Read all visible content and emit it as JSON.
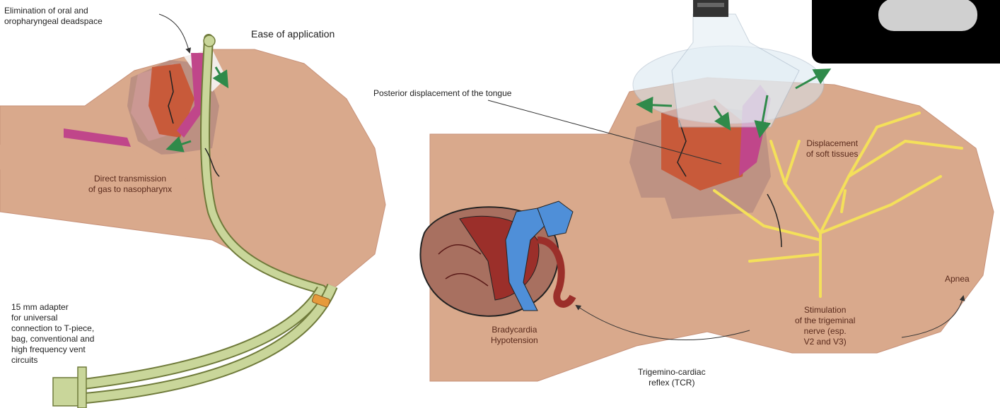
{
  "labels": {
    "elimination": "Elimination of oral and\noropharyngeal deadspace",
    "ease": "Ease of application",
    "direct": "Direct transmission\nof gas to nasopharynx",
    "adapter": "15 mm adapter\nfor universal\nconnection to T-piece,\nbag, conventional and\nhigh frequency vent\ncircuits",
    "posterior": "Posterior displacement of the tongue",
    "displacement": "Displacement\nof soft tissues",
    "brady": "Bradycardia\nHypotension",
    "apnea": "Apnea",
    "stimulation": "Stimulation\nof the trigeminal\nnerve (esp.\nV2 and V3)",
    "tcr": "Trigemino-cardiac\nreflex (TCR)"
  },
  "colors": {
    "skin": "#d9a98c",
    "skin_edge": "#c8927a",
    "tube": "#c9d69a",
    "tube_edge": "#6f7a3a",
    "tongue": "#c85a3a",
    "pink": "#c0468a",
    "yellow": "#f4e05a",
    "arrow_green": "#2f8a4a",
    "heart_red": "#9b2f2a",
    "heart_blue": "#4f8fd8",
    "orange": "#e69a3c"
  },
  "overlay": {
    "icon": "phone-camera-overlay"
  }
}
